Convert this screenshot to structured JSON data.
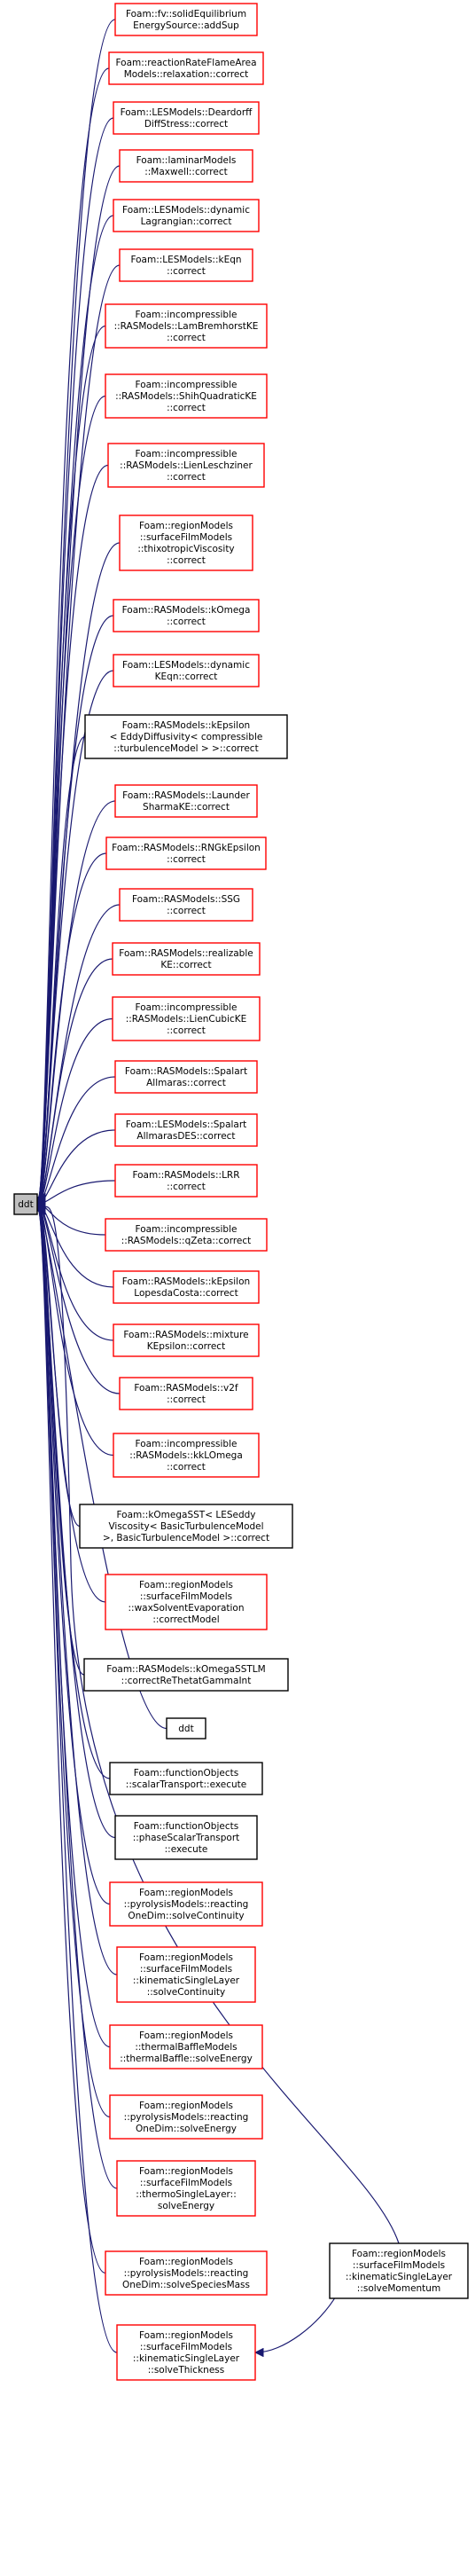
{
  "colors": {
    "red_border": "#ff0000",
    "black_border": "#000000",
    "root_fill": "#bfbfbf",
    "edge": "#191970"
  },
  "graph": {
    "root": {
      "id": "root",
      "label": [
        "ddt"
      ]
    },
    "callers": [
      {
        "id": "n01",
        "border": "red",
        "label": [
          "Foam::fv::solidEquilibrium",
          "EnergySource::addSup"
        ]
      },
      {
        "id": "n02",
        "border": "red",
        "label": [
          "Foam::reactionRateFlameArea",
          "Models::relaxation::correct"
        ]
      },
      {
        "id": "n03",
        "border": "red",
        "label": [
          "Foam::LESModels::Deardorff",
          "DiffStress::correct"
        ]
      },
      {
        "id": "n04",
        "border": "red",
        "label": [
          "Foam::laminarModels",
          "::Maxwell::correct"
        ]
      },
      {
        "id": "n05",
        "border": "red",
        "label": [
          "Foam::LESModels::dynamic",
          "Lagrangian::correct"
        ]
      },
      {
        "id": "n06",
        "border": "red",
        "label": [
          "Foam::LESModels::kEqn",
          "::correct"
        ]
      },
      {
        "id": "n07",
        "border": "red",
        "label": [
          "Foam::incompressible",
          "::RASModels::LamBremhorstKE",
          "::correct"
        ]
      },
      {
        "id": "n08",
        "border": "red",
        "label": [
          "Foam::incompressible",
          "::RASModels::ShihQuadraticKE",
          "::correct"
        ]
      },
      {
        "id": "n09",
        "border": "red",
        "label": [
          "Foam::incompressible",
          "::RASModels::LienLeschziner",
          "::correct"
        ]
      },
      {
        "id": "n10",
        "border": "red",
        "label": [
          "Foam::regionModels",
          "::surfaceFilmModels",
          "::thixotropicViscosity",
          "::correct"
        ]
      },
      {
        "id": "n11",
        "border": "red",
        "label": [
          "Foam::RASModels::kOmega",
          "::correct"
        ]
      },
      {
        "id": "n12",
        "border": "red",
        "label": [
          "Foam::LESModels::dynamic",
          "KEqn::correct"
        ]
      },
      {
        "id": "n13",
        "border": "black",
        "label": [
          "Foam::RASModels::kEpsilon",
          "< EddyDiffusivity< compressible",
          "::turbulenceModel > >::correct"
        ]
      },
      {
        "id": "n14",
        "border": "red",
        "label": [
          "Foam::RASModels::Launder",
          "SharmaKE::correct"
        ]
      },
      {
        "id": "n15",
        "border": "red",
        "label": [
          "Foam::RASModels::RNGkEpsilon",
          "::correct"
        ]
      },
      {
        "id": "n16",
        "border": "red",
        "label": [
          "Foam::RASModels::SSG",
          "::correct"
        ]
      },
      {
        "id": "n17",
        "border": "red",
        "label": [
          "Foam::RASModels::realizable",
          "KE::correct"
        ]
      },
      {
        "id": "n18",
        "border": "red",
        "label": [
          "Foam::incompressible",
          "::RASModels::LienCubicKE",
          "::correct"
        ]
      },
      {
        "id": "n19",
        "border": "red",
        "label": [
          "Foam::RASModels::Spalart",
          "Allmaras::correct"
        ]
      },
      {
        "id": "n20",
        "border": "red",
        "label": [
          "Foam::LESModels::Spalart",
          "AllmarasDES::correct"
        ]
      },
      {
        "id": "n21",
        "border": "red",
        "label": [
          "Foam::RASModels::LRR",
          "::correct"
        ]
      },
      {
        "id": "n22",
        "border": "red",
        "label": [
          "Foam::incompressible",
          "::RASModels::qZeta::correct"
        ]
      },
      {
        "id": "n23",
        "border": "red",
        "label": [
          "Foam::RASModels::kEpsilon",
          "LopesdaCosta::correct"
        ]
      },
      {
        "id": "n24",
        "border": "red",
        "label": [
          "Foam::RASModels::mixture",
          "KEpsilon::correct"
        ]
      },
      {
        "id": "n25",
        "border": "red",
        "label": [
          "Foam::RASModels::v2f",
          "::correct"
        ]
      },
      {
        "id": "n26",
        "border": "red",
        "label": [
          "Foam::incompressible",
          "::RASModels::kkLOmega",
          "::correct"
        ]
      },
      {
        "id": "n27",
        "border": "black",
        "label": [
          "Foam::kOmegaSST< LESeddy",
          "Viscosity< BasicTurbulenceModel",
          ">, BasicTurbulenceModel >::correct"
        ]
      },
      {
        "id": "n28",
        "border": "red",
        "label": [
          "Foam::regionModels",
          "::surfaceFilmModels",
          "::waxSolventEvaporation",
          "::correctModel"
        ]
      },
      {
        "id": "n29",
        "border": "black",
        "label": [
          "Foam::RASModels::kOmegaSSTLM",
          "::correctReThetatGammaInt"
        ]
      },
      {
        "id": "n30",
        "border": "black",
        "label": [
          "ddt"
        ]
      },
      {
        "id": "n31",
        "border": "black",
        "label": [
          "Foam::functionObjects",
          "::scalarTransport::execute"
        ]
      },
      {
        "id": "n32",
        "border": "black",
        "label": [
          "Foam::functionObjects",
          "::phaseScalarTransport",
          "::execute"
        ]
      },
      {
        "id": "n33",
        "border": "red",
        "label": [
          "Foam::regionModels",
          "::pyrolysisModels::reacting",
          "OneDim::solveContinuity"
        ]
      },
      {
        "id": "n34",
        "border": "red",
        "label": [
          "Foam::regionModels",
          "::surfaceFilmModels",
          "::kinematicSingleLayer",
          "::solveContinuity"
        ]
      },
      {
        "id": "n35",
        "border": "red",
        "label": [
          "Foam::regionModels",
          "::thermalBaffleModels",
          "::thermalBaffle::solveEnergy"
        ]
      },
      {
        "id": "n36",
        "border": "red",
        "label": [
          "Foam::regionModels",
          "::pyrolysisModels::reacting",
          "OneDim::solveEnergy"
        ]
      },
      {
        "id": "n37",
        "border": "red",
        "label": [
          "Foam::regionModels",
          "::surfaceFilmModels",
          "::thermoSingleLayer::",
          "solveEnergy"
        ]
      },
      {
        "id": "n38",
        "border": "red",
        "label": [
          "Foam::regionModels",
          "::pyrolysisModels::reacting",
          "OneDim::solveSpeciesMass"
        ]
      },
      {
        "id": "n39",
        "border": "red",
        "label": [
          "Foam::regionModels",
          "::surfaceFilmModels",
          "::kinematicSingleLayer",
          "::solveThickness"
        ]
      }
    ],
    "side": [
      {
        "id": "n40",
        "border": "black",
        "label": [
          "Foam::regionModels",
          "::surfaceFilmModels",
          "::kinematicSingleLayer",
          "::solveMomentum"
        ]
      }
    ],
    "edges": [
      {
        "from": "n40",
        "to": "n39"
      }
    ]
  }
}
